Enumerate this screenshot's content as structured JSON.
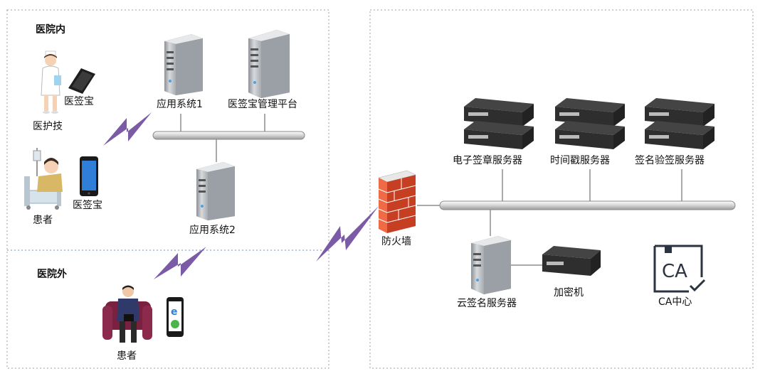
{
  "zones": {
    "inside_title": "医院内",
    "outside_title": "医院外"
  },
  "nodes": {
    "app1": "应用系统1",
    "sign_platform": "医签宝管理平台",
    "app2": "应用系统2",
    "nurse": "医护技",
    "nurse_device": "医签宝",
    "patient_in": "患者",
    "patient_device": "医签宝",
    "patient_out": "患者",
    "firewall": "防火墙",
    "esign_server": "电子签章服务器",
    "timestamp_server": "时间戳服务器",
    "verify_server": "签名验签服务器",
    "cloud_sign_server": "云签名服务器",
    "encryptor": "加密机",
    "ca_center": "CA中心",
    "ca_logo_text": "CA"
  },
  "colors": {
    "dotted_border": "#9aa0a6",
    "zigzag": "#7b5ba6",
    "bus": "#d9d9d9",
    "firewall_red": "#e2502c"
  },
  "icons": [
    "nurse-icon",
    "phone-icon",
    "patient-bed-icon",
    "server-tower-icon",
    "rack-server-icon",
    "firewall-icon",
    "ca-certificate-icon",
    "lightning-link-icon",
    "browser-phone-icon"
  ]
}
